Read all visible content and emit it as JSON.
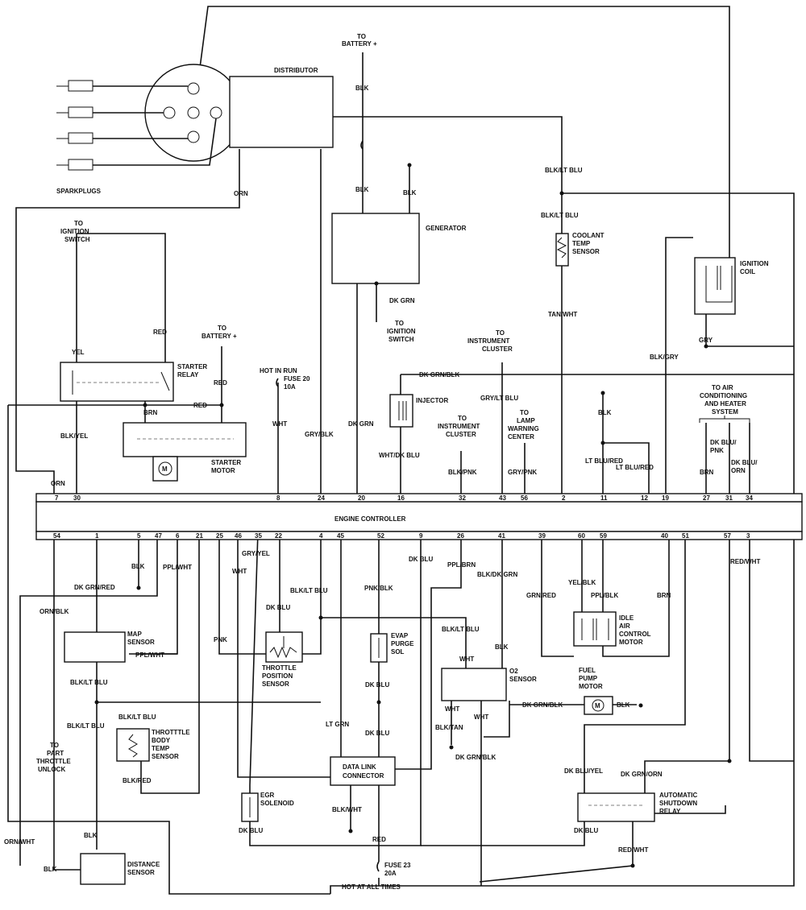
{
  "components": {
    "distributor": "DISTRIBUTOR",
    "sparkplugs": "SPARKPLUGS",
    "generator": "GENERATOR",
    "coolant": [
      "COOLANT",
      "TEMP",
      "SENSOR"
    ],
    "ignition_coil": [
      "IGNITION",
      "COIL"
    ],
    "starter_relay": [
      "STARTER",
      "RELAY"
    ],
    "starter_motor": [
      "STARTER",
      "MOTOR"
    ],
    "injector": "INJECTOR",
    "engine_controller": "ENGINE CONTROLLER",
    "map_sensor": [
      "MAP",
      "SENSOR"
    ],
    "tps": [
      "THROTTLE",
      "POSITION",
      "SENSOR"
    ],
    "evap": [
      "EVAP",
      "PURGE",
      "SOL"
    ],
    "o2": [
      "O2",
      "SENSOR"
    ],
    "fuel_pump": [
      "FUEL",
      "PUMP",
      "MOTOR"
    ],
    "iac": [
      "IDLE",
      "AIR",
      "CONTROL",
      "MOTOR"
    ],
    "body_temp": [
      "THROTTTLE",
      "BODY",
      "TEMP",
      "SENSOR"
    ],
    "data_link": [
      "DATA LINK",
      "CONNECTOR"
    ],
    "egr": [
      "EGR",
      "SOLENOID"
    ],
    "asd_relay": [
      "AUTOMATIC",
      "SHUTDOWN",
      "RELAY"
    ],
    "distance": [
      "DISTANCE",
      "SENSOR"
    ]
  },
  "destinations": {
    "battery_top": [
      "TO",
      "BATTERY +"
    ],
    "ign_switch_left": [
      "TO",
      "IGNITION",
      "SWITCH"
    ],
    "ign_switch_gen": [
      "TO",
      "IGNITION",
      "SWITCH"
    ],
    "battery_relay": [
      "TO",
      "BATTERY +"
    ],
    "instr_cluster_a": [
      "TO",
      "INSTRUMENT",
      "CLUSTER"
    ],
    "instr_cluster_b": [
      "TO",
      "INSTRUMENT",
      "CLUSTER"
    ],
    "lamp_center": [
      "TO",
      "LAMP",
      "WARNING",
      "CENTER"
    ],
    "ac_system": [
      "TO  AIR",
      "CONDITIONING",
      "AND HEATER",
      "SYSTEM"
    ],
    "part_throttle": [
      "TO",
      "PART",
      "THROTTLE",
      "UNLOCK"
    ],
    "hot_in_run": "HOT IN RUN",
    "fuse20": [
      "FUSE 20",
      "10A"
    ],
    "fuse23": [
      "FUSE 23",
      "20A"
    ],
    "hot_at_all": "HOT AT ALL TIMES"
  },
  "top_pins": [
    "7",
    "30",
    "8",
    "24",
    "20",
    "16",
    "32",
    "43",
    "56",
    "2",
    "11",
    "12",
    "19",
    "27",
    "31",
    "34"
  ],
  "bottom_pins": [
    "54",
    "1",
    "5",
    "47",
    "6",
    "21",
    "25",
    "46",
    "35",
    "22",
    "4",
    "45",
    "52",
    "9",
    "26",
    "41",
    "39",
    "60",
    "59",
    "40",
    "51",
    "57",
    "3"
  ],
  "wires": {
    "blk_bat": "BLK",
    "blk_gen": "BLK",
    "blk_gen_gnd": "BLK",
    "blk_ltblu": "BLK/LT BLU",
    "blk_ltblu2": "BLK/LT BLU",
    "orn": "ORN",
    "orn_pin": "ORN",
    "red": "RED",
    "red2": "RED",
    "red3": "RED",
    "yel": "YEL",
    "brn": "BRN",
    "blk_yel": "BLK/YEL",
    "wht": "WHT",
    "gry_blk": "GRY/BLK",
    "dk_grn": "DK GRN",
    "dk_grn_gen": "DK GRN",
    "dkgrn_blk": "DK GRN/BLK",
    "wht_dkblu": "WHT/DK BLU",
    "blk_pnk": "BLK/PNK",
    "gry_ltblu": "GRY/LT BLU",
    "gry_pnk": "GRY/PNK",
    "tan_wht": "TAN/WHT",
    "blk_11": "BLK",
    "ltblu_red_a": "LT BLU/RED",
    "ltblu_red_b": "LT BLU/RED",
    "blk_gry": "BLK/GRY",
    "gry": "GRY",
    "brn_27": "BRN",
    "dkblu_pnk": "DK BLU/\nPNK",
    "dkblu_orn": "DK BLU/\nORN",
    "orn_blk": "ORN/BLK",
    "dkgrn_red": "DK GRN/RED",
    "blk_5": "BLK",
    "ppl_wht": "PPL/WHT",
    "ppl_wht2": "PPL/WHT",
    "wht_46": "WHT",
    "gry_yel": "GRY/YEL",
    "pnk": "PNK",
    "dk_blu_22": "DK BLU",
    "blk_ltblu_4": "BLK/LT BLU",
    "blk_ltblu_map": "BLK/LT BLU",
    "blk_ltblu_map2": "BLK/LT BLU",
    "blk_ltblu_btb": "BLK/LT BLU",
    "blk_red": "BLK/RED",
    "pnk_blk": "PNK/BLK",
    "dk_blu_evap": "DK BLU",
    "dk_blu_evap2": "DK BLU",
    "lt_grn": "LT GRN",
    "dk_blu_9": "DK BLU",
    "ppl_brn": "PPL/BRN",
    "blk_dkgrn": "BLK/DK GRN",
    "blk_ltblu_o2": "BLK/LT BLU",
    "wht_o2": "WHT",
    "blk_o2": "BLK",
    "wht_o2b": "WHT",
    "wht_o2c": "WHT",
    "blk_tan": "BLK/TAN",
    "dkgrn_blk_o2": "DK GRN/BLK",
    "dkgrn_blk_fp": "DK GRN/BLK",
    "blk_fp": "BLK",
    "grn_red": "GRN/RED",
    "yel_blk": "YEL/BLK",
    "ppl_blk": "PPL/BLK",
    "brn_40": "BRN",
    "red_wht": "RED/WHT",
    "red_wht2": "RED/WHT",
    "dkblu_yel": "DK BLU/YEL",
    "dkgrn_orn": "DK GRN/ORN",
    "dk_blu_asd": "DK BLU",
    "dk_blu_egr": "DK BLU",
    "blk_wht": "BLK/WHT",
    "red_fuse": "RED",
    "orn_wht": "ORN/WHT",
    "blk_ds": "BLK",
    "blk_ds2": "BLK"
  }
}
